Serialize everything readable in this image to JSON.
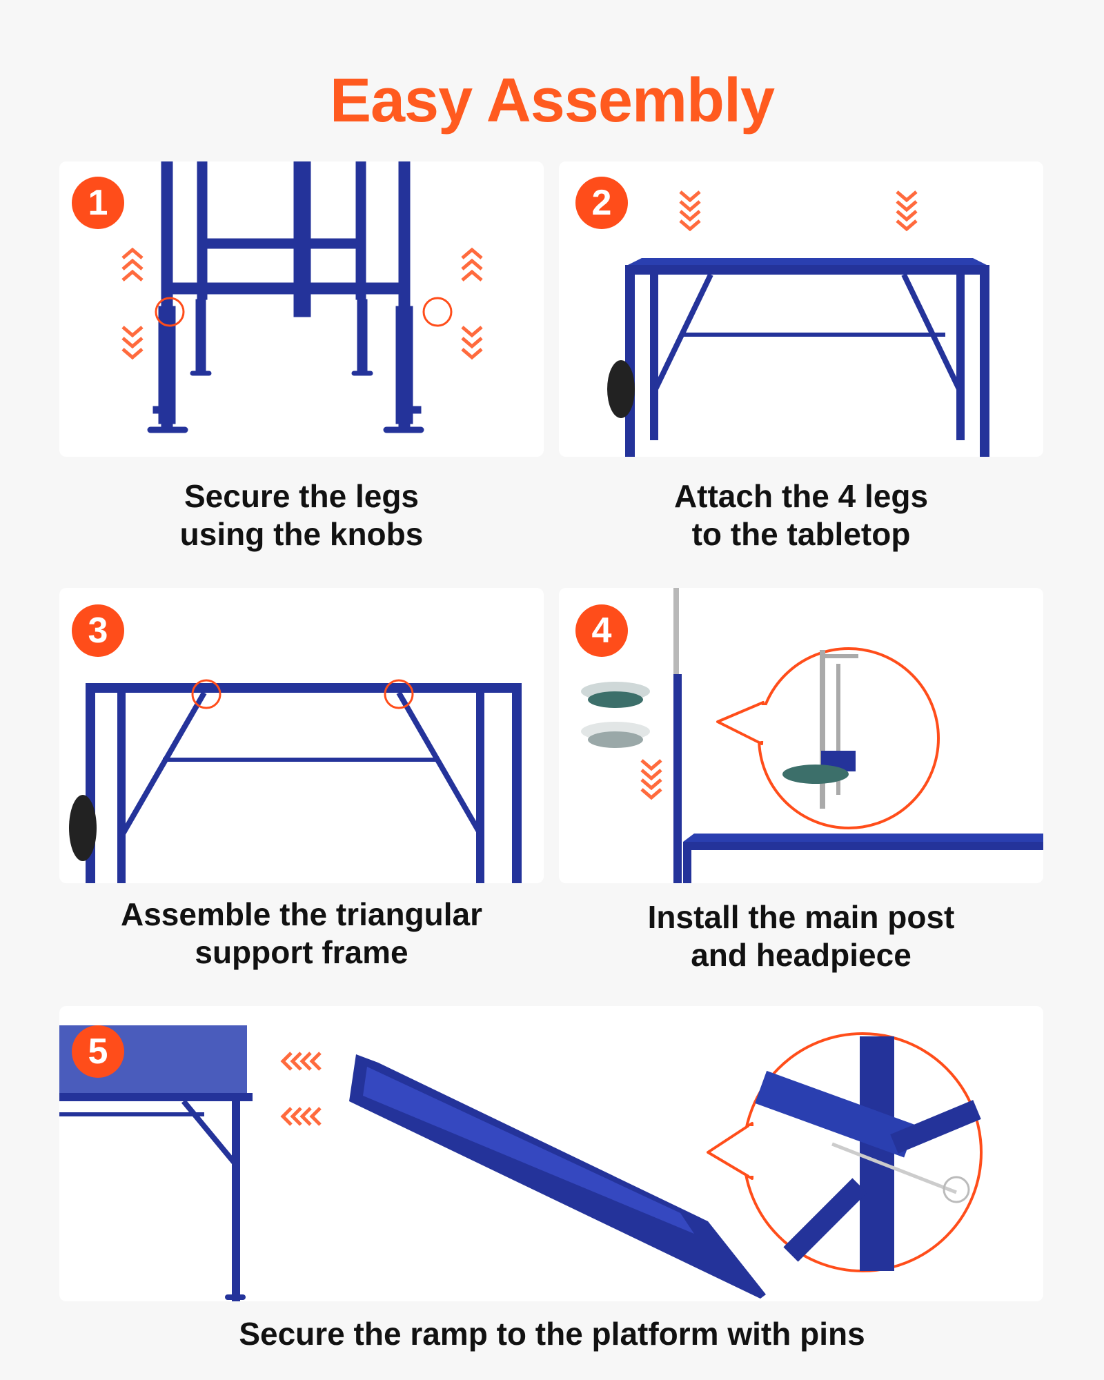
{
  "title": "Easy Assembly",
  "colors": {
    "accent": "#ff4d1a",
    "frame": "#24339a",
    "background": "#f7f7f7"
  },
  "steps": [
    {
      "number": "1",
      "caption_line1": "Secure the legs",
      "caption_line2": "using the knobs"
    },
    {
      "number": "2",
      "caption_line1": "Attach the 4 legs",
      "caption_line2": "to the tabletop"
    },
    {
      "number": "3",
      "caption_line1": "Assemble the triangular",
      "caption_line2": "support frame"
    },
    {
      "number": "4",
      "caption_line1": "Install the main post",
      "caption_line2": "and headpiece"
    },
    {
      "number": "5",
      "caption_line1": "Secure the ramp to the platform with pins"
    }
  ]
}
